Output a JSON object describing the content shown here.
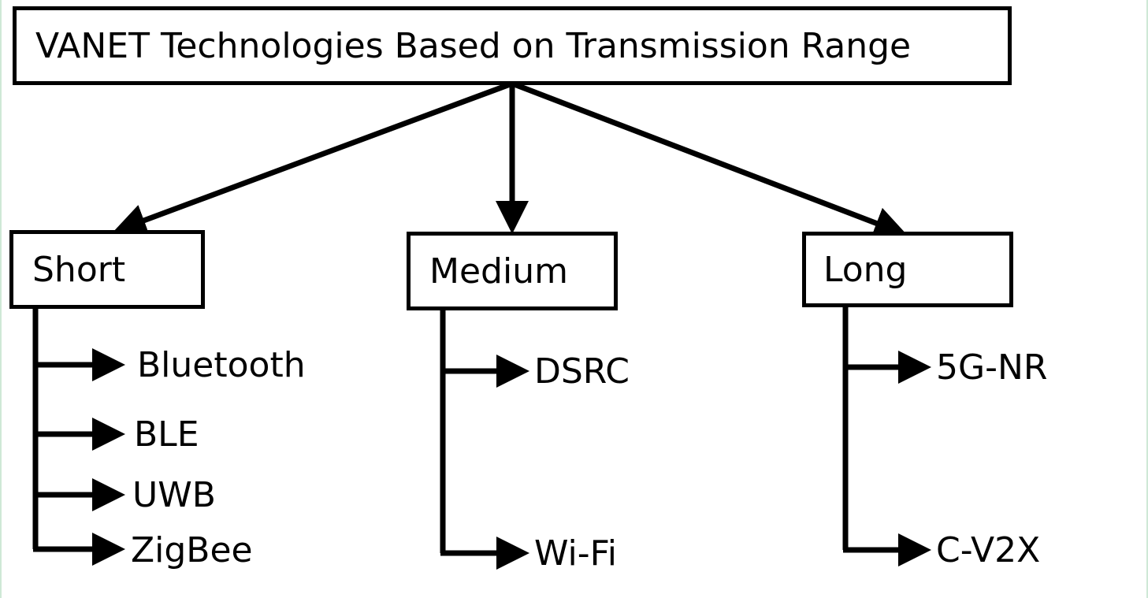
{
  "root": {
    "label": "VANET Technologies Based on Transmission Range"
  },
  "categories": [
    {
      "label": "Short",
      "items": [
        "Bluetooth",
        "BLE",
        "UWB",
        "ZigBee"
      ]
    },
    {
      "label": "Medium",
      "items": [
        "DSRC",
        "Wi-Fi"
      ]
    },
    {
      "label": "Long",
      "items": [
        "5G-NR",
        "C-V2X"
      ]
    }
  ],
  "colors": {
    "stroke": "#000000",
    "background": "#ffffff",
    "edge": "#cfe8d6"
  }
}
